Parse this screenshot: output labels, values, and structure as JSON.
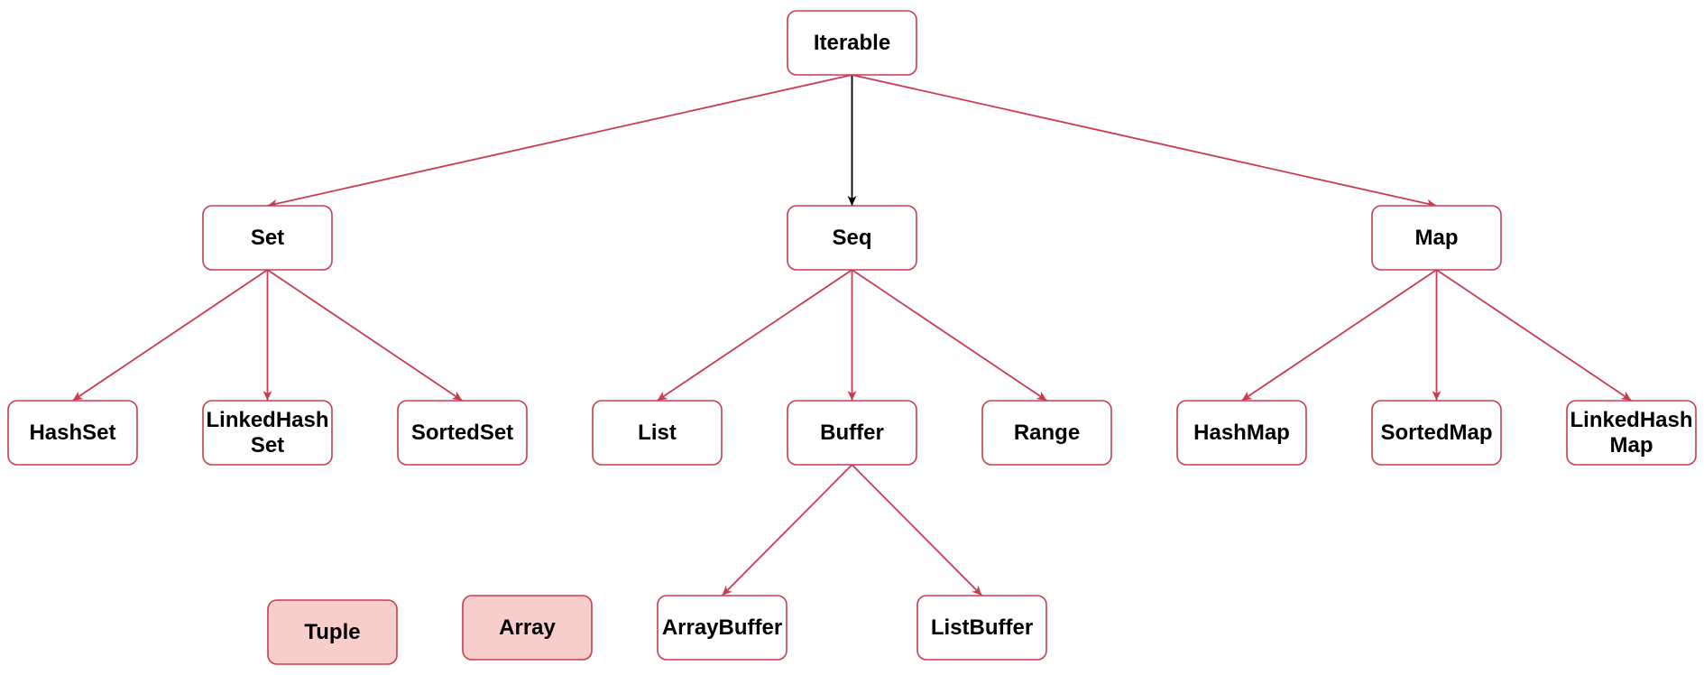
{
  "diagram": {
    "colors": {
      "edge": "#c83c50",
      "edge_primary": "#000000",
      "node_border": "#c83c50",
      "node_fill": "#ffffff",
      "node_fill_highlight": "#f8cecc"
    },
    "nodes": [
      {
        "id": "iterable",
        "lines": [
          "Iterable"
        ],
        "highlight": false
      },
      {
        "id": "set",
        "lines": [
          "Set"
        ],
        "highlight": false
      },
      {
        "id": "seq",
        "lines": [
          "Seq"
        ],
        "highlight": false
      },
      {
        "id": "map",
        "lines": [
          "Map"
        ],
        "highlight": false
      },
      {
        "id": "hashset",
        "lines": [
          "HashSet"
        ],
        "highlight": false
      },
      {
        "id": "linkedhashset",
        "lines": [
          "LinkedHash",
          "Set"
        ],
        "highlight": false
      },
      {
        "id": "sortedset",
        "lines": [
          "SortedSet"
        ],
        "highlight": false
      },
      {
        "id": "list",
        "lines": [
          "List"
        ],
        "highlight": false
      },
      {
        "id": "buffer",
        "lines": [
          "Buffer"
        ],
        "highlight": false
      },
      {
        "id": "range",
        "lines": [
          "Range"
        ],
        "highlight": false
      },
      {
        "id": "hashmap",
        "lines": [
          "HashMap"
        ],
        "highlight": false
      },
      {
        "id": "sortedmap",
        "lines": [
          "SortedMap"
        ],
        "highlight": false
      },
      {
        "id": "linkedhashmap",
        "lines": [
          "LinkedHash",
          "Map"
        ],
        "highlight": false
      },
      {
        "id": "tuple",
        "lines": [
          "Tuple"
        ],
        "highlight": true
      },
      {
        "id": "array",
        "lines": [
          "Array"
        ],
        "highlight": true
      },
      {
        "id": "arraybuffer",
        "lines": [
          "ArrayBuffer"
        ],
        "highlight": false
      },
      {
        "id": "listbuffer",
        "lines": [
          "ListBuffer"
        ],
        "highlight": false
      }
    ],
    "edges": [
      {
        "from": "iterable",
        "to": "set",
        "primary": false
      },
      {
        "from": "iterable",
        "to": "seq",
        "primary": true
      },
      {
        "from": "iterable",
        "to": "map",
        "primary": false
      },
      {
        "from": "set",
        "to": "hashset",
        "primary": false
      },
      {
        "from": "set",
        "to": "linkedhashset",
        "primary": false
      },
      {
        "from": "set",
        "to": "sortedset",
        "primary": false
      },
      {
        "from": "seq",
        "to": "list",
        "primary": false
      },
      {
        "from": "seq",
        "to": "buffer",
        "primary": false
      },
      {
        "from": "seq",
        "to": "range",
        "primary": false
      },
      {
        "from": "map",
        "to": "hashmap",
        "primary": false
      },
      {
        "from": "map",
        "to": "sortedmap",
        "primary": false
      },
      {
        "from": "map",
        "to": "linkedhashmap",
        "primary": false
      },
      {
        "from": "buffer",
        "to": "arraybuffer",
        "primary": false
      },
      {
        "from": "buffer",
        "to": "listbuffer",
        "primary": false
      }
    ]
  }
}
